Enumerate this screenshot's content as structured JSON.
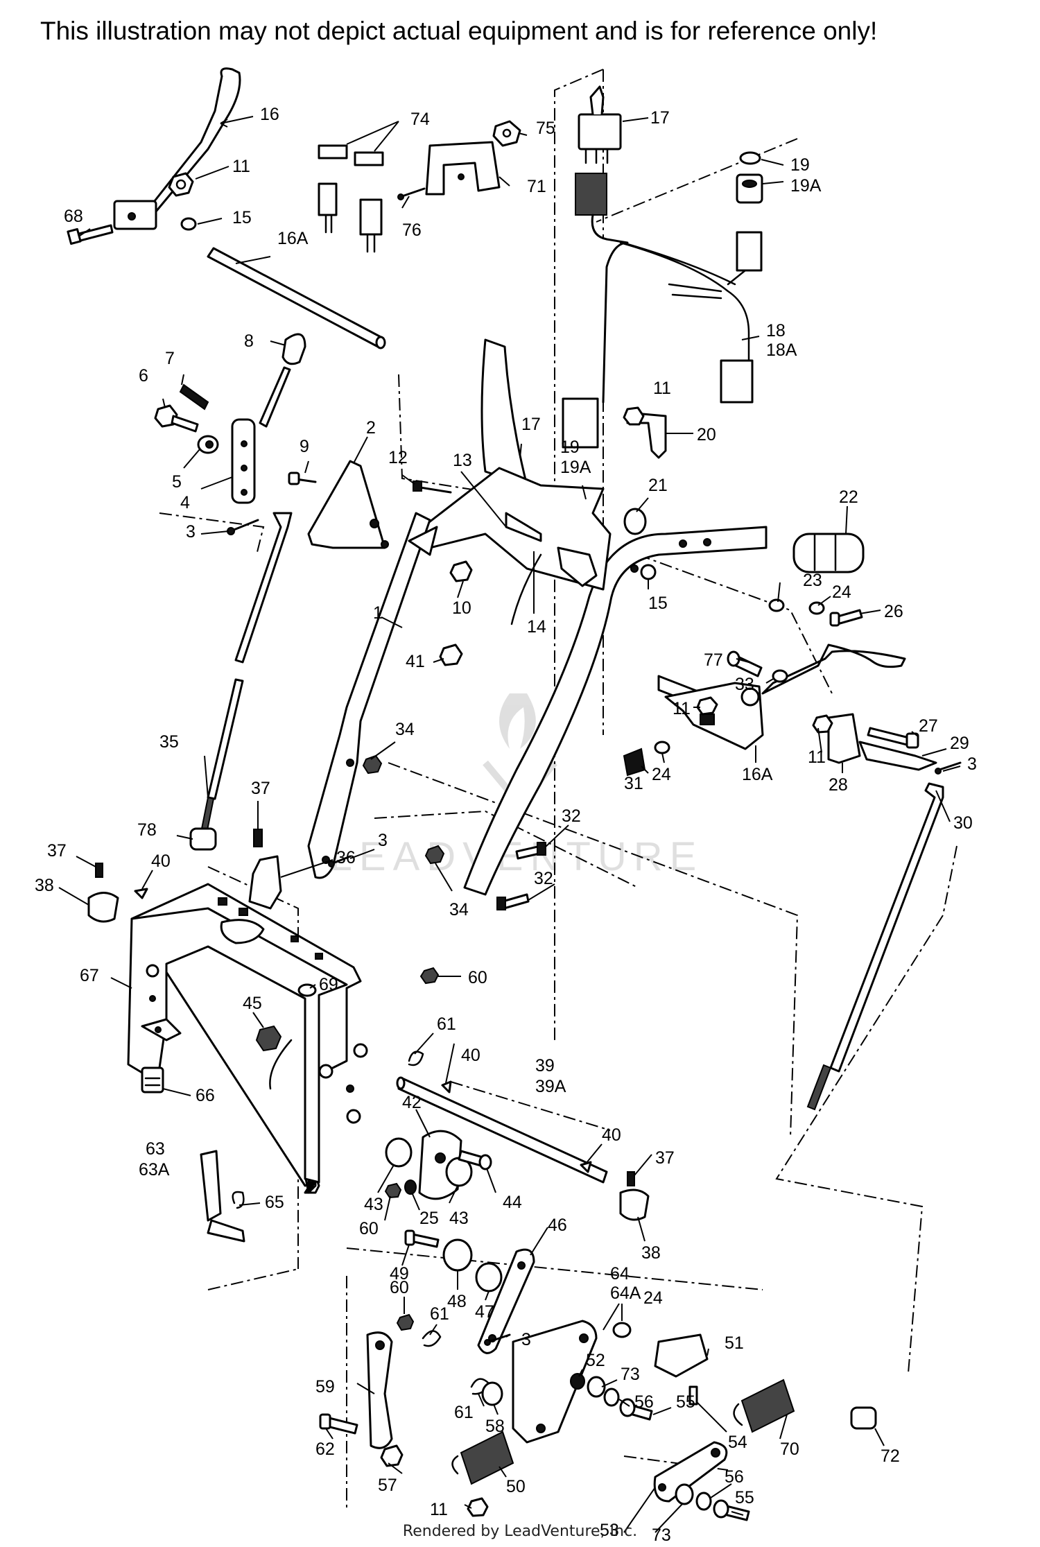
{
  "disclaimer": "This illustration may not depict actual equipment and is for reference only!",
  "footer": "Rendered by LeadVenture, Inc.",
  "watermark": "LEADVENTURE",
  "callouts": [
    {
      "id": "16",
      "text": "16"
    },
    {
      "id": "11a",
      "text": "11"
    },
    {
      "id": "68",
      "text": "68"
    },
    {
      "id": "15a",
      "text": "15"
    },
    {
      "id": "16A-top",
      "text": "16A"
    },
    {
      "id": "74",
      "text": "74"
    },
    {
      "id": "75",
      "text": "75"
    },
    {
      "id": "71",
      "text": "71"
    },
    {
      "id": "76",
      "text": "76"
    },
    {
      "id": "17a",
      "text": "17"
    },
    {
      "id": "19a",
      "text": "19"
    },
    {
      "id": "19Aa",
      "text": "19A"
    },
    {
      "id": "18",
      "text": "18"
    },
    {
      "id": "18A",
      "text": "18A"
    },
    {
      "id": "8",
      "text": "8"
    },
    {
      "id": "7",
      "text": "7"
    },
    {
      "id": "6",
      "text": "6"
    },
    {
      "id": "5",
      "text": "5"
    },
    {
      "id": "4",
      "text": "4"
    },
    {
      "id": "3a",
      "text": "3"
    },
    {
      "id": "9",
      "text": "9"
    },
    {
      "id": "2",
      "text": "2"
    },
    {
      "id": "12",
      "text": "12"
    },
    {
      "id": "13",
      "text": "13"
    },
    {
      "id": "17b",
      "text": "17"
    },
    {
      "id": "19b",
      "text": "19"
    },
    {
      "id": "19Ab",
      "text": "19A"
    },
    {
      "id": "11b",
      "text": "11"
    },
    {
      "id": "20",
      "text": "20"
    },
    {
      "id": "21",
      "text": "21"
    },
    {
      "id": "22",
      "text": "22"
    },
    {
      "id": "10",
      "text": "10"
    },
    {
      "id": "14",
      "text": "14"
    },
    {
      "id": "15b",
      "text": "15"
    },
    {
      "id": "23",
      "text": "23"
    },
    {
      "id": "24a",
      "text": "24"
    },
    {
      "id": "26",
      "text": "26"
    },
    {
      "id": "1",
      "text": "1"
    },
    {
      "id": "41",
      "text": "41"
    },
    {
      "id": "77",
      "text": "77"
    },
    {
      "id": "33",
      "text": "33"
    },
    {
      "id": "11c",
      "text": "11"
    },
    {
      "id": "27",
      "text": "27"
    },
    {
      "id": "34a",
      "text": "34"
    },
    {
      "id": "35",
      "text": "35"
    },
    {
      "id": "11d",
      "text": "11"
    },
    {
      "id": "29",
      "text": "29"
    },
    {
      "id": "3b",
      "text": "3"
    },
    {
      "id": "24b",
      "text": "24"
    },
    {
      "id": "31",
      "text": "31"
    },
    {
      "id": "16A-mid",
      "text": "16A"
    },
    {
      "id": "28",
      "text": "28"
    },
    {
      "id": "78",
      "text": "78"
    },
    {
      "id": "37a",
      "text": "37"
    },
    {
      "id": "30",
      "text": "30"
    },
    {
      "id": "32a",
      "text": "32"
    },
    {
      "id": "37b",
      "text": "37"
    },
    {
      "id": "40a",
      "text": "40"
    },
    {
      "id": "3c",
      "text": "3"
    },
    {
      "id": "36",
      "text": "36"
    },
    {
      "id": "38a",
      "text": "38"
    },
    {
      "id": "34b",
      "text": "34"
    },
    {
      "id": "32b",
      "text": "32"
    },
    {
      "id": "67",
      "text": "67"
    },
    {
      "id": "60a",
      "text": "60"
    },
    {
      "id": "69",
      "text": "69"
    },
    {
      "id": "45",
      "text": "45"
    },
    {
      "id": "61a",
      "text": "61"
    },
    {
      "id": "40b",
      "text": "40"
    },
    {
      "id": "39",
      "text": "39"
    },
    {
      "id": "39A",
      "text": "39A"
    },
    {
      "id": "66",
      "text": "66"
    },
    {
      "id": "42",
      "text": "42"
    },
    {
      "id": "40c",
      "text": "40"
    },
    {
      "id": "37c",
      "text": "37"
    },
    {
      "id": "63",
      "text": "63"
    },
    {
      "id": "63A",
      "text": "63A"
    },
    {
      "id": "43a",
      "text": "43"
    },
    {
      "id": "44",
      "text": "44"
    },
    {
      "id": "65",
      "text": "65"
    },
    {
      "id": "25",
      "text": "25"
    },
    {
      "id": "43b",
      "text": "43"
    },
    {
      "id": "38b",
      "text": "38"
    },
    {
      "id": "60b",
      "text": "60"
    },
    {
      "id": "46",
      "text": "46"
    },
    {
      "id": "49",
      "text": "49"
    },
    {
      "id": "64",
      "text": "64"
    },
    {
      "id": "64A",
      "text": "64A"
    },
    {
      "id": "48",
      "text": "48"
    },
    {
      "id": "47",
      "text": "47"
    },
    {
      "id": "24c",
      "text": "24"
    },
    {
      "id": "60c",
      "text": "60"
    },
    {
      "id": "51",
      "text": "51"
    },
    {
      "id": "61b",
      "text": "61"
    },
    {
      "id": "3d",
      "text": "3"
    },
    {
      "id": "52",
      "text": "52"
    },
    {
      "id": "73a",
      "text": "73"
    },
    {
      "id": "59",
      "text": "59"
    },
    {
      "id": "56a",
      "text": "56"
    },
    {
      "id": "61c",
      "text": "61"
    },
    {
      "id": "55a",
      "text": "55"
    },
    {
      "id": "58",
      "text": "58"
    },
    {
      "id": "62",
      "text": "62"
    },
    {
      "id": "54",
      "text": "54"
    },
    {
      "id": "70",
      "text": "70"
    },
    {
      "id": "72",
      "text": "72"
    },
    {
      "id": "57",
      "text": "57"
    },
    {
      "id": "50",
      "text": "50"
    },
    {
      "id": "56b",
      "text": "56"
    },
    {
      "id": "11e",
      "text": "11"
    },
    {
      "id": "53",
      "text": "53"
    },
    {
      "id": "73b",
      "text": "73"
    },
    {
      "id": "55b",
      "text": "55"
    }
  ]
}
